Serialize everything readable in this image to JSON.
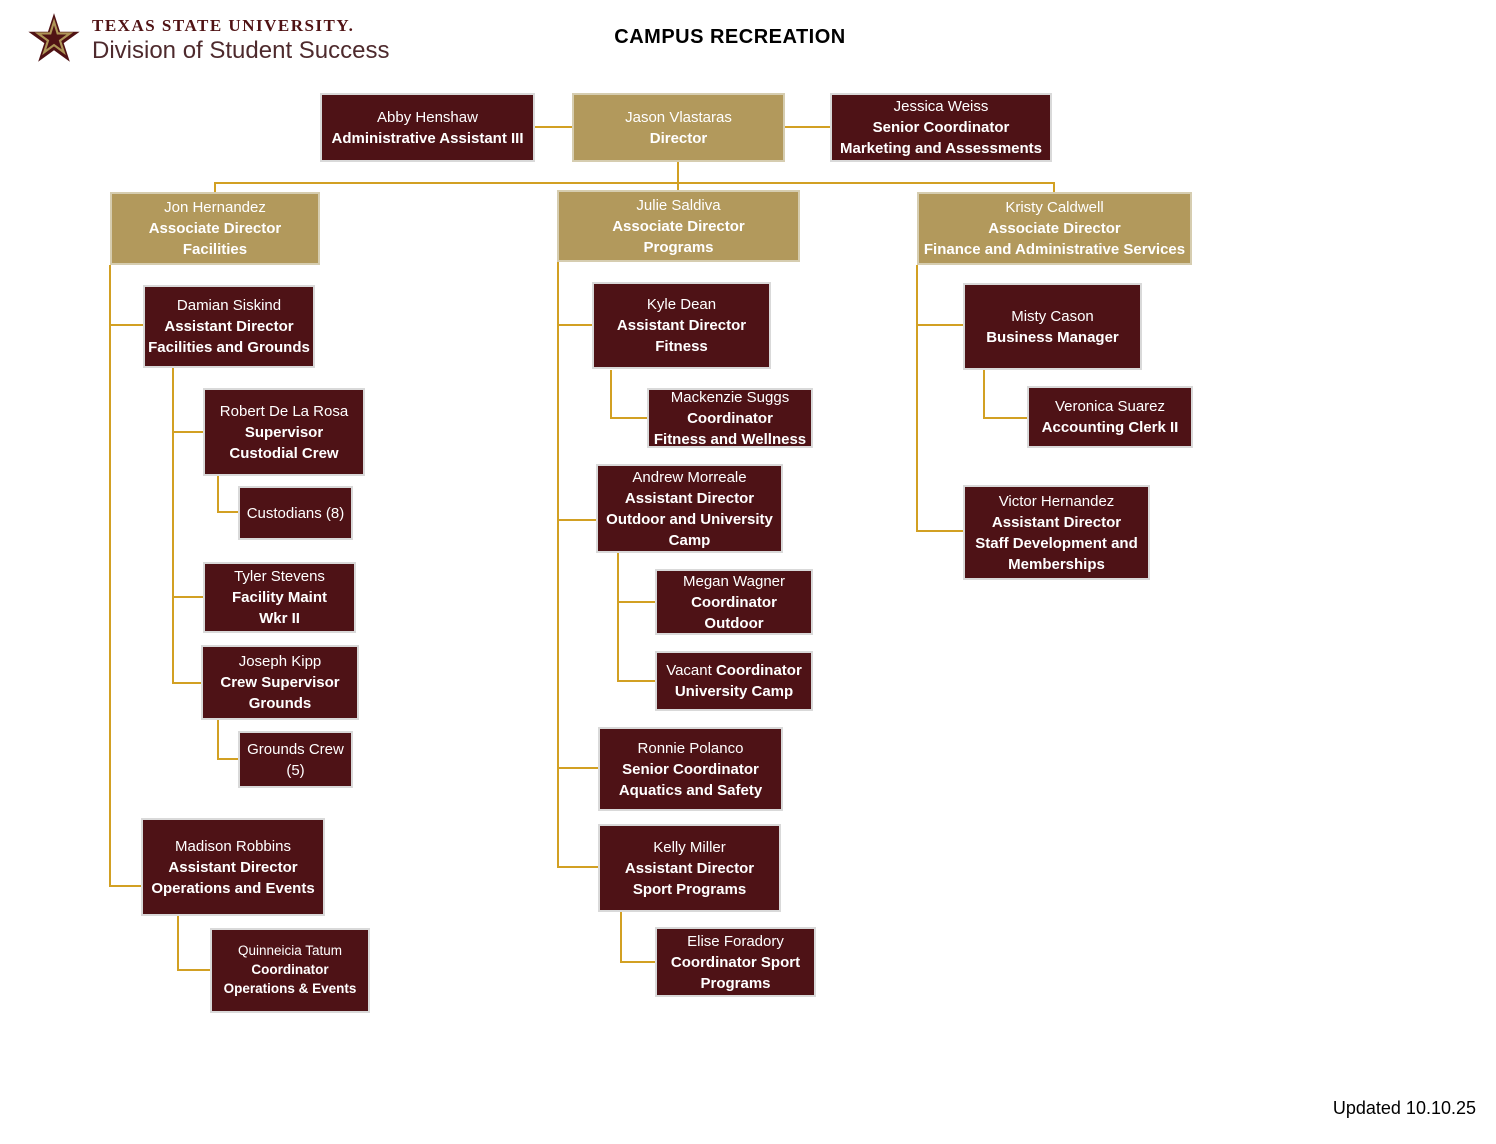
{
  "header": {
    "title": "CAMPUS RECREATION",
    "logo": {
      "line1": "TEXAS STATE UNIVERSITY.",
      "line2": "Division of Student Success",
      "star_icon": "texas-state-star-icon"
    }
  },
  "footer": {
    "updated": "Updated 10.10.25"
  },
  "colors": {
    "maroon_box": "#4e1216",
    "gold_box": "#b2995c",
    "connector": "#d2a023",
    "logo_maroon": "#501214",
    "title_text": "#000000"
  },
  "nodes": {
    "abby": {
      "name": "Abby Henshaw",
      "title1": "Administrative Assistant III"
    },
    "jason": {
      "name": "Jason Vlastaras",
      "title1": "Director"
    },
    "jessica": {
      "name": "Jessica Weiss",
      "title1": "Senior Coordinator",
      "title2": "Marketing and Assessments"
    },
    "jon": {
      "name": "Jon Hernandez",
      "title1": "Associate Director",
      "title2": "Facilities"
    },
    "julie": {
      "name": "Julie Saldiva",
      "title1": "Associate Director",
      "title2": "Programs"
    },
    "kristy": {
      "name": "Kristy Caldwell",
      "title1": "Associate Director",
      "title2": "Finance and Administrative Services"
    },
    "damian": {
      "name": "Damian Siskind",
      "title1": "Assistant Director",
      "title2": "Facilities and Grounds"
    },
    "robert": {
      "name": "Robert De La Rosa",
      "title1": "Supervisor",
      "title2": "Custodial Crew"
    },
    "custodians": {
      "name": "Custodians (8)"
    },
    "tyler": {
      "name": "Tyler Stevens",
      "title1": "Facility Maint",
      "title2": "Wkr II"
    },
    "joseph": {
      "name": "Joseph Kipp",
      "title1": "Crew Supervisor",
      "title2": "Grounds"
    },
    "grounds": {
      "name": "Grounds Crew",
      "name2": "(5)"
    },
    "madison": {
      "name": "Madison Robbins",
      "title1": "Assistant Director",
      "title2": "Operations and Events"
    },
    "quinneicia": {
      "name": "Quinneicia Tatum",
      "title1": "Coordinator",
      "title2": "Operations & Events"
    },
    "kyle": {
      "name": "Kyle Dean",
      "title1": "Assistant Director",
      "title2": "Fitness"
    },
    "mackenzie": {
      "name": "Mackenzie Suggs",
      "title1": "Coordinator",
      "title2": "Fitness and Wellness"
    },
    "andrew": {
      "name": "Andrew Morreale",
      "title1": "Assistant Director",
      "title2": "Outdoor and University Camp"
    },
    "megan": {
      "name": "Megan Wagner",
      "title1": "Coordinator",
      "title2": "Outdoor"
    },
    "vacant": {
      "prefix": "Vacant",
      "title1": "Coordinator",
      "title2": "University Camp"
    },
    "ronnie": {
      "name": "Ronnie Polanco",
      "title1": "Senior Coordinator",
      "title2": "Aquatics and Safety"
    },
    "kelly": {
      "name": "Kelly Miller",
      "title1": "Assistant Director",
      "title2": "Sport Programs"
    },
    "elise": {
      "name": "Elise Foradory",
      "title1": "Coordinator Sport Programs"
    },
    "misty": {
      "name": "Misty Cason",
      "title1": "Business Manager"
    },
    "veronica": {
      "name": "Veronica Suarez",
      "title1": "Accounting Clerk II"
    },
    "victor": {
      "name": "Victor Hernandez",
      "title1": "Assistant Director",
      "title2": "Staff Development and Memberships"
    }
  }
}
